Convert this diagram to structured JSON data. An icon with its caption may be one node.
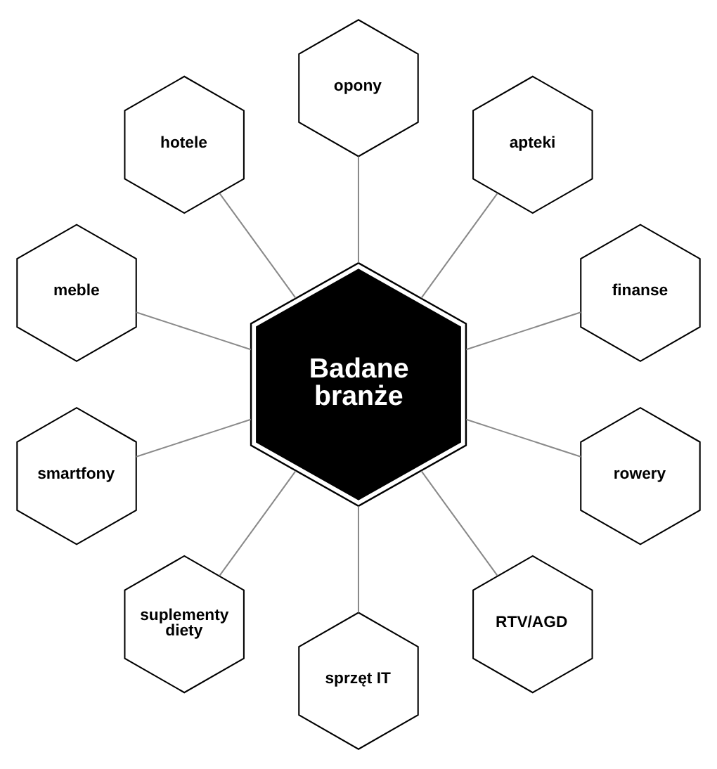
{
  "diagram": {
    "nodes": [
      {
        "text": [
          "Badane branże"
        ]
      },
      {
        "text": [
          "opony"
        ]
      },
      {
        "text": [
          "apteki"
        ]
      },
      {
        "text": [
          "finanse"
        ]
      },
      {
        "text": [
          "rowery"
        ]
      },
      {
        "text": [
          "RTV/AGD"
        ]
      },
      {
        "text": [
          "sprzęt IT"
        ]
      },
      {
        "text": [
          "suplementy diety"
        ]
      },
      {
        "text": [
          "smartfony"
        ]
      },
      {
        "text": [
          "meble"
        ]
      },
      {
        "text": [
          "hotele"
        ]
      }
    ],
    "edges": [
      {
        "from": 0,
        "to": 1,
        "arrow": "none"
      },
      {
        "from": 0,
        "to": 2,
        "arrow": "none"
      },
      {
        "from": 0,
        "to": 3,
        "arrow": "none"
      },
      {
        "from": 0,
        "to": 4,
        "arrow": "none"
      },
      {
        "from": 0,
        "to": 5,
        "arrow": "none"
      },
      {
        "from": 0,
        "to": 6,
        "arrow": "none"
      },
      {
        "from": 0,
        "to": 7,
        "arrow": "none"
      },
      {
        "from": 0,
        "to": 8,
        "arrow": "none"
      },
      {
        "from": 0,
        "to": 9,
        "arrow": "none"
      },
      {
        "from": 0,
        "to": 10,
        "arrow": "none"
      }
    ]
  }
}
